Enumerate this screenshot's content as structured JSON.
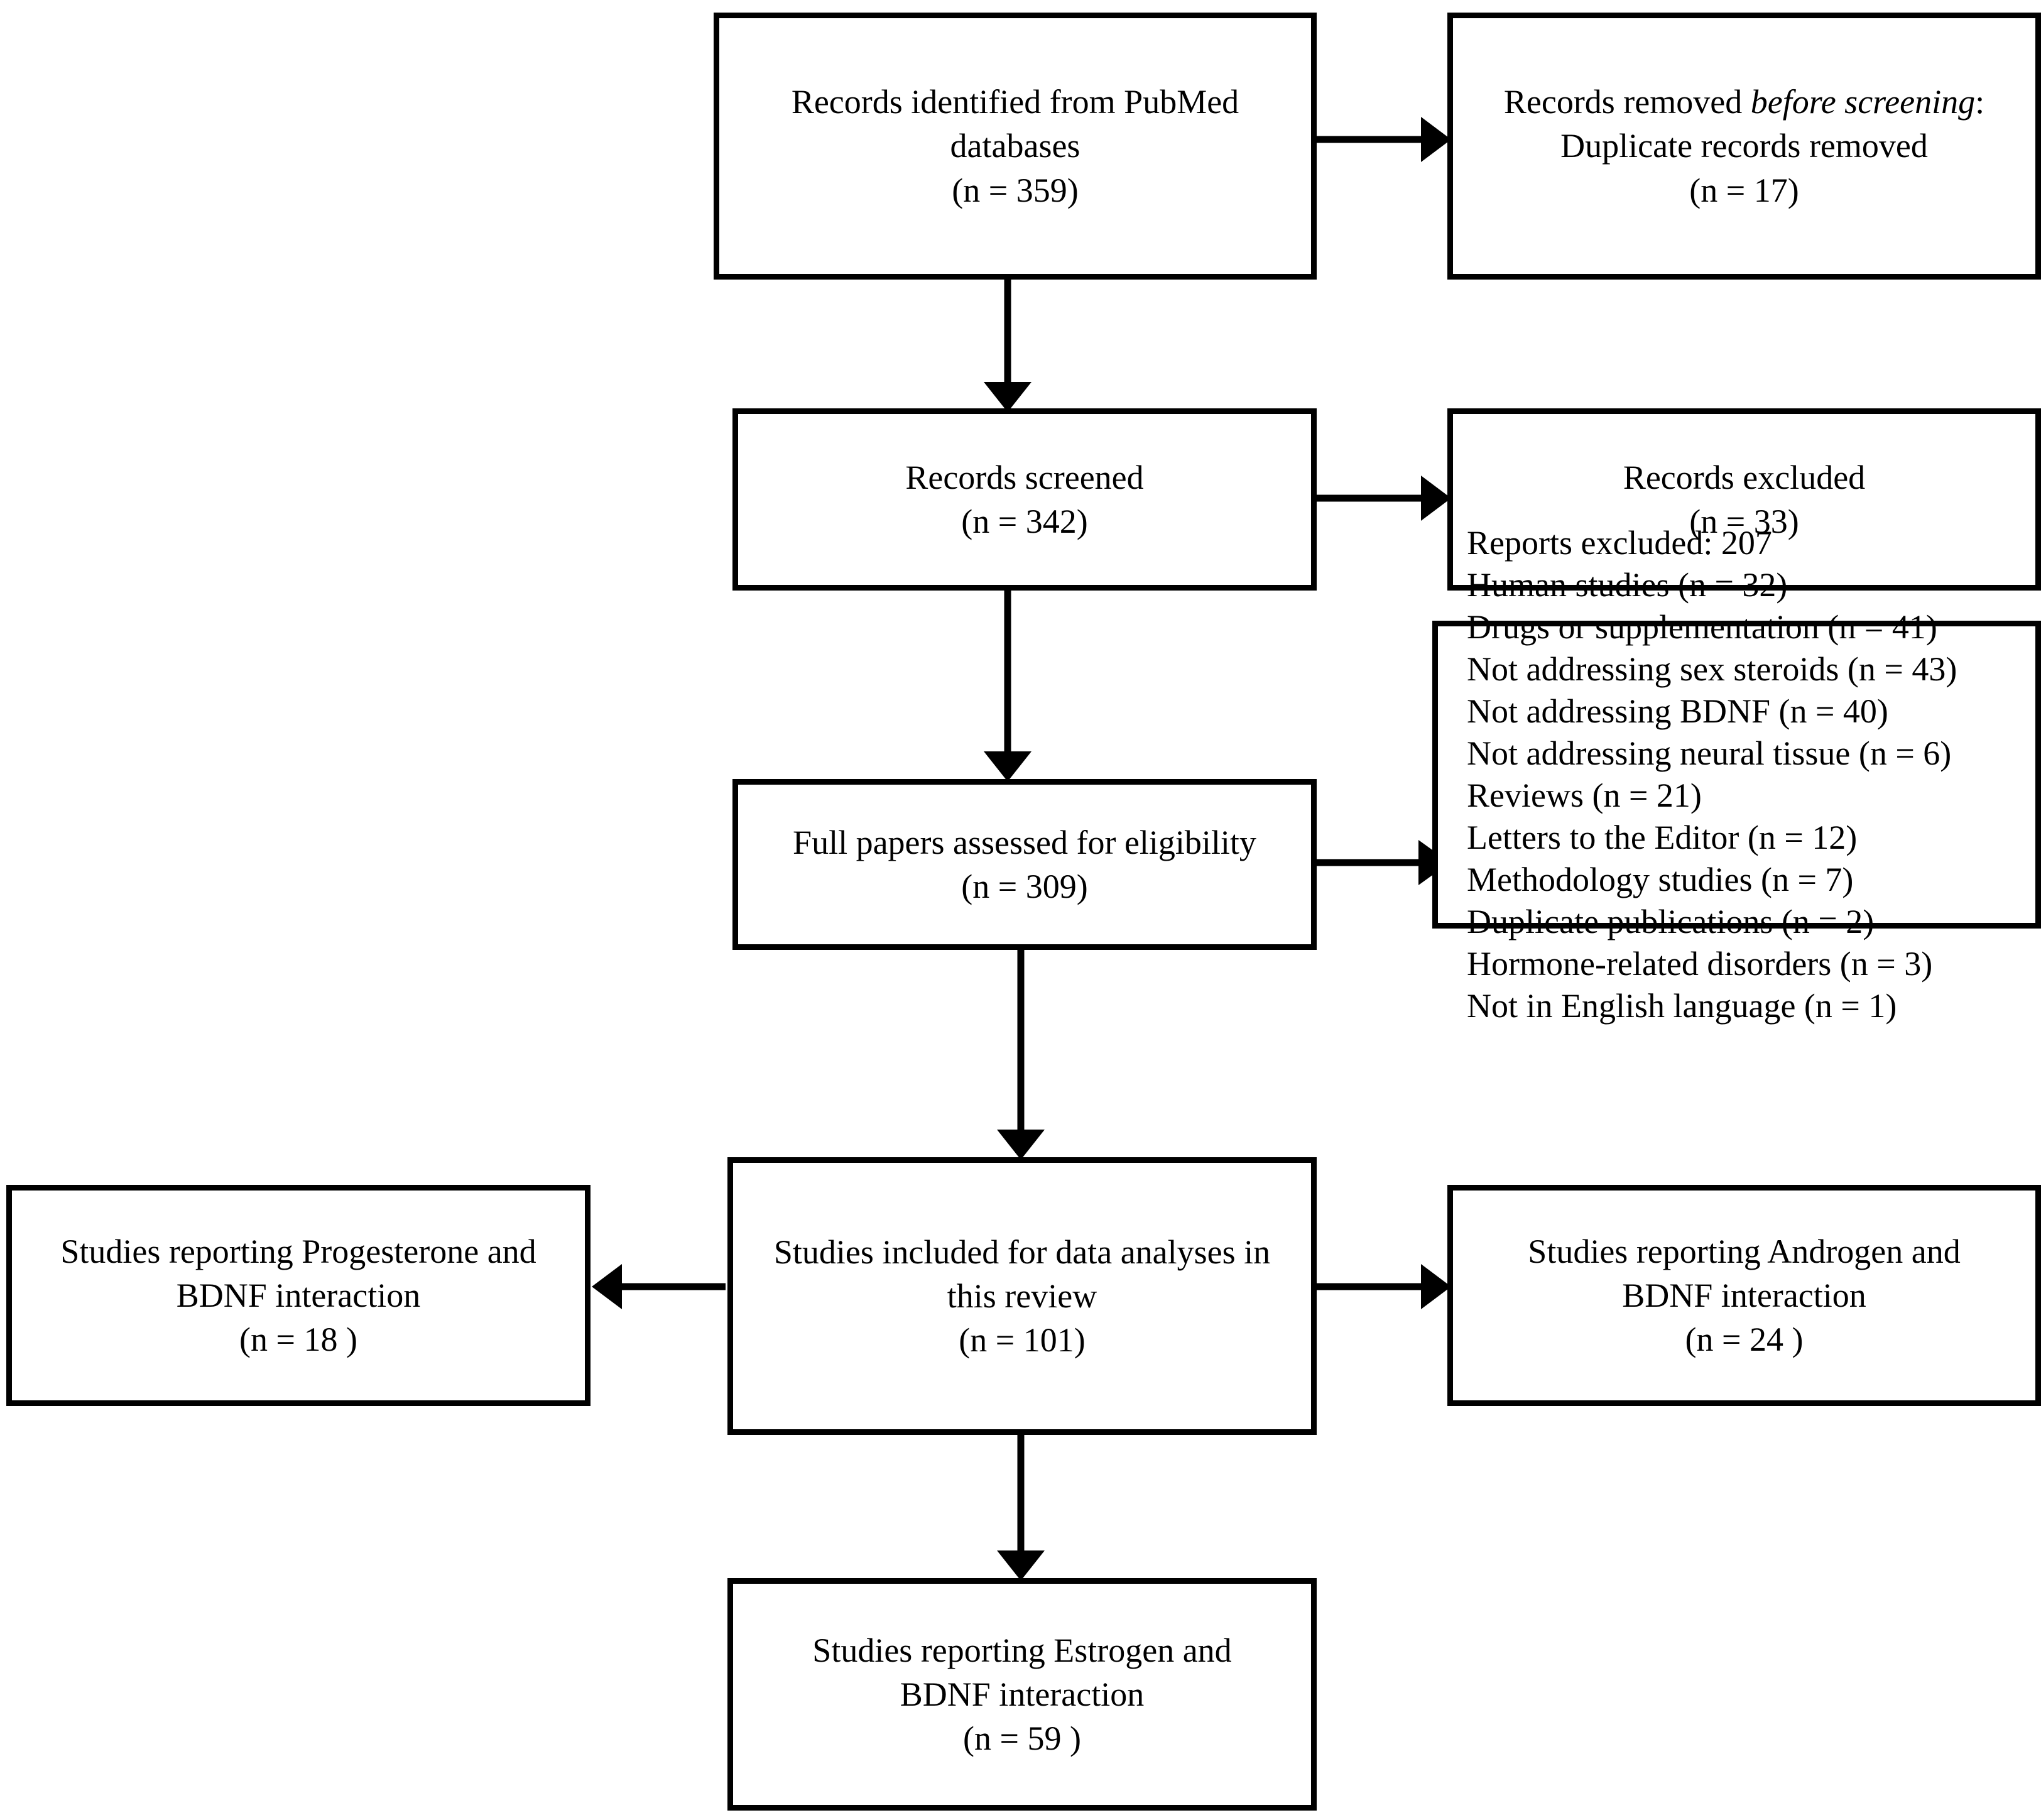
{
  "diagram": {
    "type": "prisma-flow-diagram",
    "title": "PRISMA flow diagram of study selection",
    "background_color": "#ffffff",
    "line_color": "#000000",
    "text_color": "#000000"
  },
  "boxes": {
    "identification": {
      "line1": "Records identified from PubMed",
      "line2": "databases",
      "line3": "(n = 359)",
      "text": "Records identified from PubMed\ndatabases\n(n = 359)",
      "n": 359
    },
    "removed_before_screening": {
      "prefix": "Records removed ",
      "italic": "before screening",
      "suffix": ":",
      "line2": "Duplicate records removed",
      "line3": "(n = 17)",
      "n": 17
    },
    "records_screened": {
      "text": "Records screened\n(n = 342)",
      "n": 342
    },
    "records_excluded": {
      "text": "Records excluded\n(n = 33)",
      "n": 33
    },
    "full_papers_assessed": {
      "text": "Full papers assessed for eligibility\n(n = 309)",
      "n": 309
    },
    "reports_excluded": {
      "header": "Reports excluded: 207",
      "total": 207,
      "reasons": [
        {
          "label": "Human studies (n = 32)",
          "reason": "Human studies",
          "n": 32
        },
        {
          "label": "Drugs or supplementation (n = 41)",
          "reason": "Drugs or supplementation",
          "n": 41
        },
        {
          "label": "Not addressing sex steroids (n = 43)",
          "reason": "Not addressing sex steroids",
          "n": 43
        },
        {
          "label": "Not addressing BDNF (n = 40)",
          "reason": "Not addressing BDNF",
          "n": 40
        },
        {
          "label": "Not addressing neural tissue (n = 6)",
          "reason": "Not addressing neural tissue",
          "n": 6
        },
        {
          "label": "Reviews (n = 21)",
          "reason": "Reviews",
          "n": 21
        },
        {
          "label": "Letters to the Editor (n = 12)",
          "reason": "Letters to the Editor",
          "n": 12
        },
        {
          "label": "Methodology studies (n = 7)",
          "reason": "Methodology studies",
          "n": 7
        },
        {
          "label": "Duplicate publications (n = 2)",
          "reason": "Duplicate publications",
          "n": 2
        },
        {
          "label": "Hormone-related disorders (n = 3)",
          "reason": "Hormone-related disorders",
          "n": 3
        },
        {
          "label": "Not in English language (n = 1)",
          "reason": "Not in English language",
          "n": 1
        }
      ]
    },
    "studies_included": {
      "text": "Studies included for data analyses in\nthis review\n(n = 101)",
      "n": 101
    },
    "progesterone": {
      "text": "Studies reporting Progesterone and\nBDNF interaction\n(n = 18 )",
      "n": 18
    },
    "androgen": {
      "text": "Studies reporting Androgen and\nBDNF interaction\n(n = 24 )",
      "n": 24
    },
    "estrogen": {
      "text": "Studies reporting Estrogen and\nBDNF interaction\n(n = 59 )",
      "n": 59
    }
  }
}
